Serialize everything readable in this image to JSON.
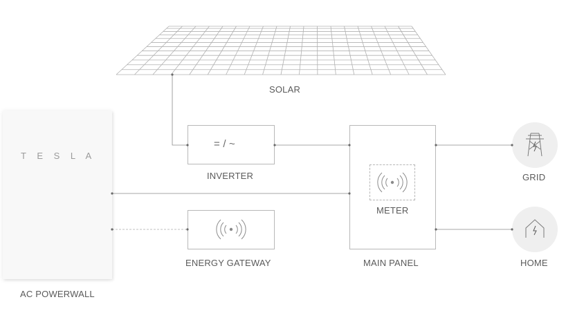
{
  "labels": {
    "solar": "SOLAR",
    "inverter": "INVERTER",
    "meter": "METER",
    "main_panel": "MAIN PANEL",
    "energy_gateway": "ENERGY GATEWAY",
    "grid": "GRID",
    "home": "HOME",
    "ac_powerwall": "AC POWERWALL"
  },
  "powerwall": {
    "brand": "T E S L A"
  },
  "inverter": {
    "symbol": "= / ~"
  },
  "colors": {
    "line": "#8a8a8a",
    "box_border": "#b8b8b8",
    "panel_grid": "#b0b0b0",
    "circle_bg": "#efefef"
  },
  "icons": [
    "solar-panel-icon",
    "wave-icon",
    "transmission-tower-icon",
    "house-icon",
    "wireless-signal-icon"
  ]
}
